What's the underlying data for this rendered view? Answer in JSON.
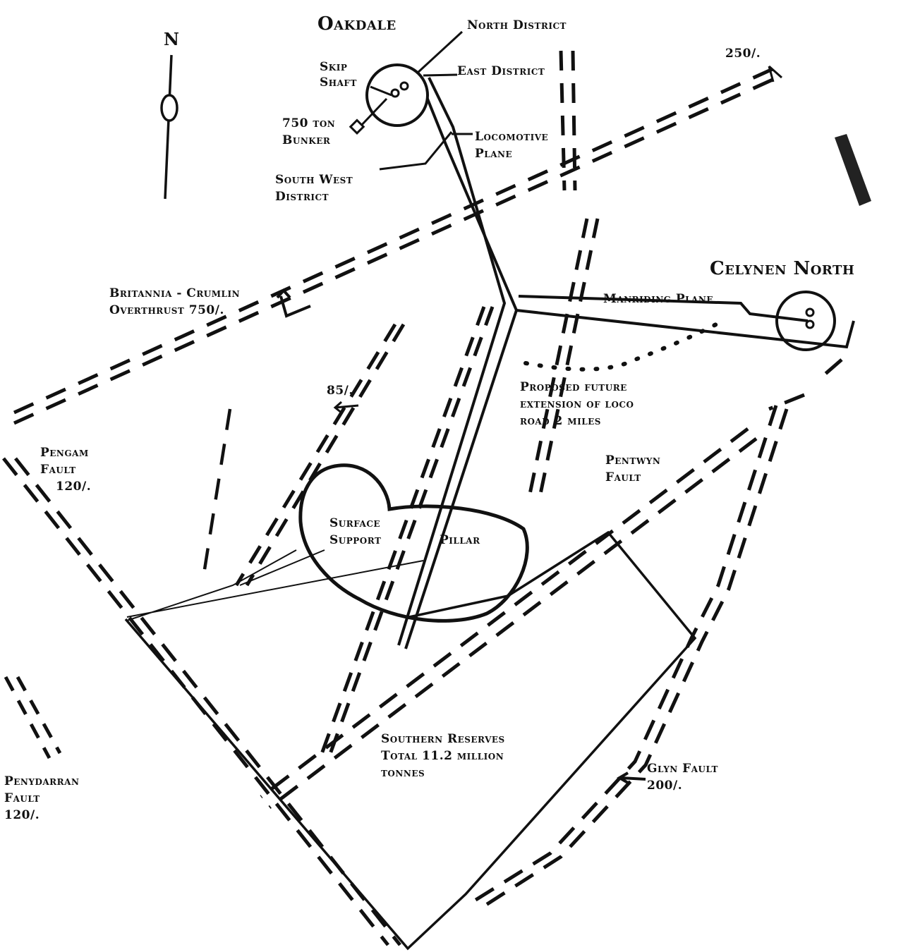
{
  "map": {
    "north_label": "N",
    "mines": {
      "oakdale": "Oakdale",
      "celynen_north": "Celynen North"
    },
    "districts": {
      "north": "North District",
      "east": "East District",
      "south_west_line1": "South West",
      "south_west_line2": "District"
    },
    "workings": {
      "skip_shaft_line1": "Skip",
      "skip_shaft_line2": "Shaft",
      "bunker_line1": "750 ton",
      "bunker_line2": "Bunker",
      "loco_plane_line1": "Locomotive",
      "loco_plane_line2": "Plane",
      "manriding_plane": "Manriding Plane",
      "proposed_line1": "Proposed future",
      "proposed_line2": "extension of loco",
      "proposed_line3": "road 2 miles",
      "pillar_line1": "Surface",
      "pillar_line2": "Support",
      "pillar_word": "Pillar",
      "reserves_line1": "Southern Reserves",
      "reserves_line2": "Total 11.2 million",
      "reserves_line3": "tonnes"
    },
    "faults": {
      "britannia_line1": "Britannia - Crumlin",
      "britannia_line2": "Overthrust 750/.",
      "throw_250": "250/.",
      "throw_85": "85/.",
      "pengam_line1": "Pengam",
      "pengam_line2": "Fault",
      "pengam_throw": "120/.",
      "pentwyn_line1": "Pentwyn",
      "pentwyn_line2": "Fault",
      "penydarran_line1": "Penydarran",
      "penydarran_line2": "Fault",
      "penydarran_throw": "120/.",
      "glyn_line1": "Glyn Fault",
      "glyn_line2": "200/."
    },
    "colors": {
      "ink": "#111111",
      "background": "#ffffff",
      "pillar_shade": "#555555"
    }
  }
}
